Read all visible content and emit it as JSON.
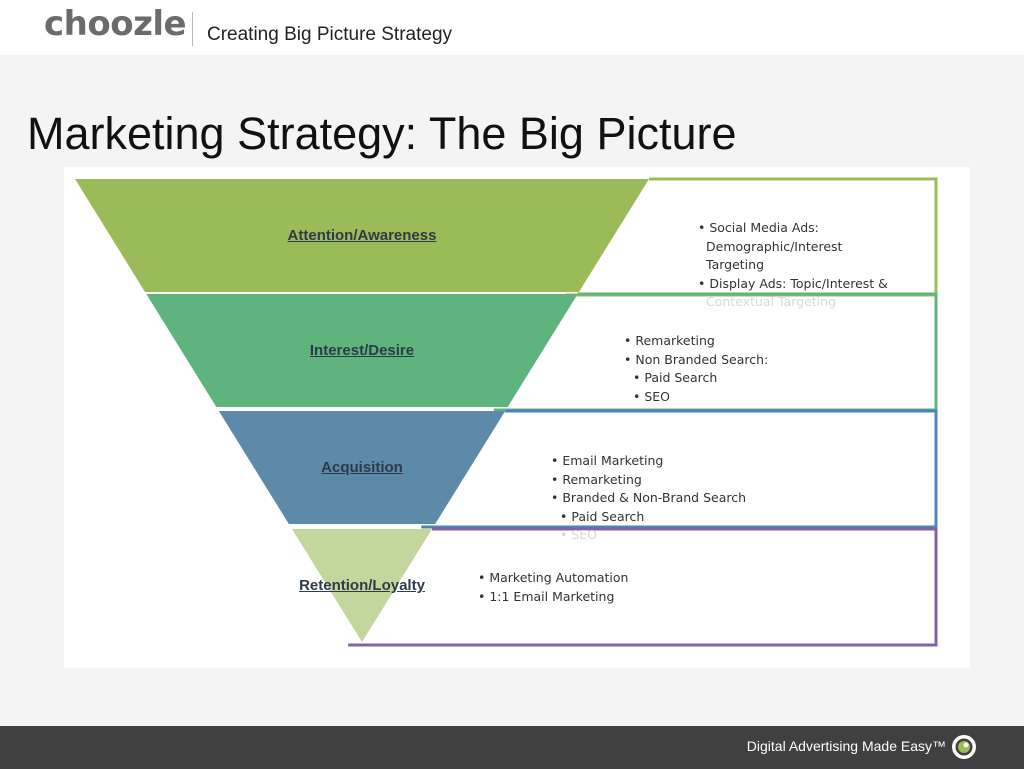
{
  "header": {
    "logo_text": "choozle",
    "subtitle": "Creating Big Picture Strategy"
  },
  "slide": {
    "title": "Marketing Strategy: The Big Picture"
  },
  "funnel": {
    "stages": [
      {
        "label": "Attention/Awareness",
        "color": "#9bbb59",
        "border_color": "#9bbb59",
        "tactics": [
          {
            "text": "• Social Media Ads:",
            "level": 0
          },
          {
            "text": "Demographic/Interest",
            "level": 1
          },
          {
            "text": "Targeting",
            "level": 1
          },
          {
            "text": "• Display Ads: Topic/Interest  &",
            "level": 0
          },
          {
            "text": "Contextual Targeting",
            "level": 1,
            "faded": true
          }
        ]
      },
      {
        "label": "Interest/Desire",
        "color": "#5fb47d",
        "border_color": "#5fb47d",
        "tactics": [
          {
            "text": "• Remarketing",
            "level": 0
          },
          {
            "text": "• Non Branded  Search:",
            "level": 0
          },
          {
            "text": "• Paid Search",
            "level": 2
          },
          {
            "text": "• SEO",
            "level": 2
          }
        ]
      },
      {
        "label": "Acquisition",
        "color": "#5d8aa8",
        "border_color": "#4f81bd",
        "tactics": [
          {
            "text": "• Email Marketing",
            "level": 0
          },
          {
            "text": "• Remarketing",
            "level": 0
          },
          {
            "text": "• Branded  & Non-Brand  Search",
            "level": 0
          },
          {
            "text": "• Paid Search",
            "level": 2
          },
          {
            "text": "• SEO",
            "level": 2,
            "faded": true
          }
        ]
      },
      {
        "label": "Retention/Loyalty",
        "color": "#c3d69b",
        "border_color": "#8064a2",
        "tactics": [
          {
            "text": "• Marketing  Automation",
            "level": 0
          },
          {
            "text": "• 1:1 Email Marketing",
            "level": 0
          }
        ]
      }
    ]
  },
  "footer": {
    "tagline": "Digital Advertising Made Easy™",
    "logo_icon": "choozle-circle-icon"
  }
}
